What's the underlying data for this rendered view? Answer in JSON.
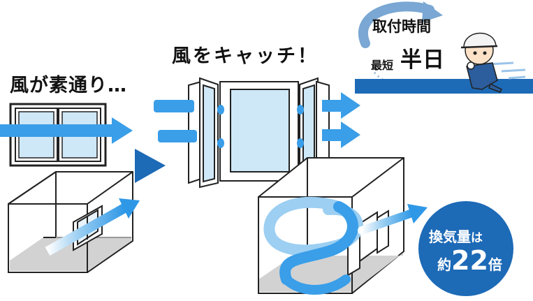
{
  "left_caption": "風が素通り…",
  "middle_caption": "風をキャッチ！",
  "badge": {
    "title": "取付時間",
    "subtitle_small": "最短",
    "subtitle_big": "半日"
  },
  "stat": {
    "line1_main": "換気量",
    "line1_suffix": "は",
    "line2_prefix": "約",
    "line2_number": "22",
    "line2_suffix": "倍"
  },
  "colors": {
    "accent": "#1d6ab7",
    "arrow_light": "#3a9ee8",
    "arrow_pale": "#aad4f2",
    "floor_gray": "#d2d2d2"
  }
}
